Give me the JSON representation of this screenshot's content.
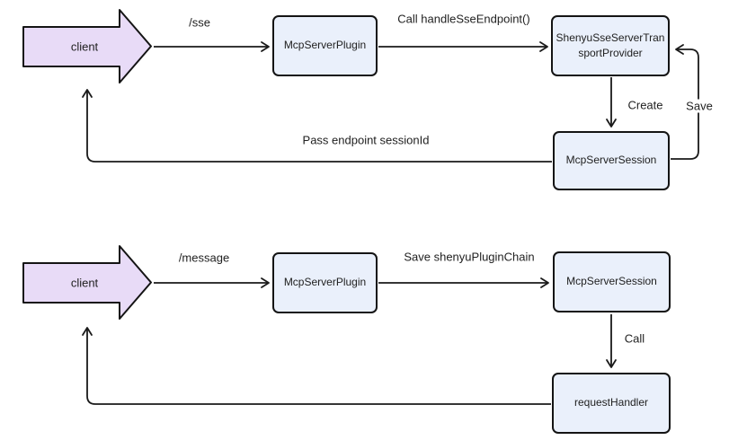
{
  "colors": {
    "background": "#ffffff",
    "client_fill": "#e8dbf7",
    "node_fill": "#eaf0fb",
    "node_border": "#141414",
    "line": "#1a1a1a",
    "text": "#212121"
  },
  "diagram1": {
    "client": "client",
    "node_mcp_server_plugin": "McpServerPlugin",
    "node_transport_provider": "ShenyuSseServerTransportProvider",
    "node_mcp_server_session": "McpServerSession",
    "edge_sse": "/sse",
    "edge_call_handle": "Call handleSseEndpoint()",
    "edge_create": "Create",
    "edge_save": "Save",
    "edge_pass": "Pass endpoint sessionId"
  },
  "diagram2": {
    "client": "client",
    "node_mcp_server_plugin": "McpServerPlugin",
    "node_mcp_server_session": "McpServerSession",
    "node_request_handler": "requestHandler",
    "edge_message": "/message",
    "edge_save_chain": "Save shenyuPluginChain",
    "edge_call": "Call"
  }
}
